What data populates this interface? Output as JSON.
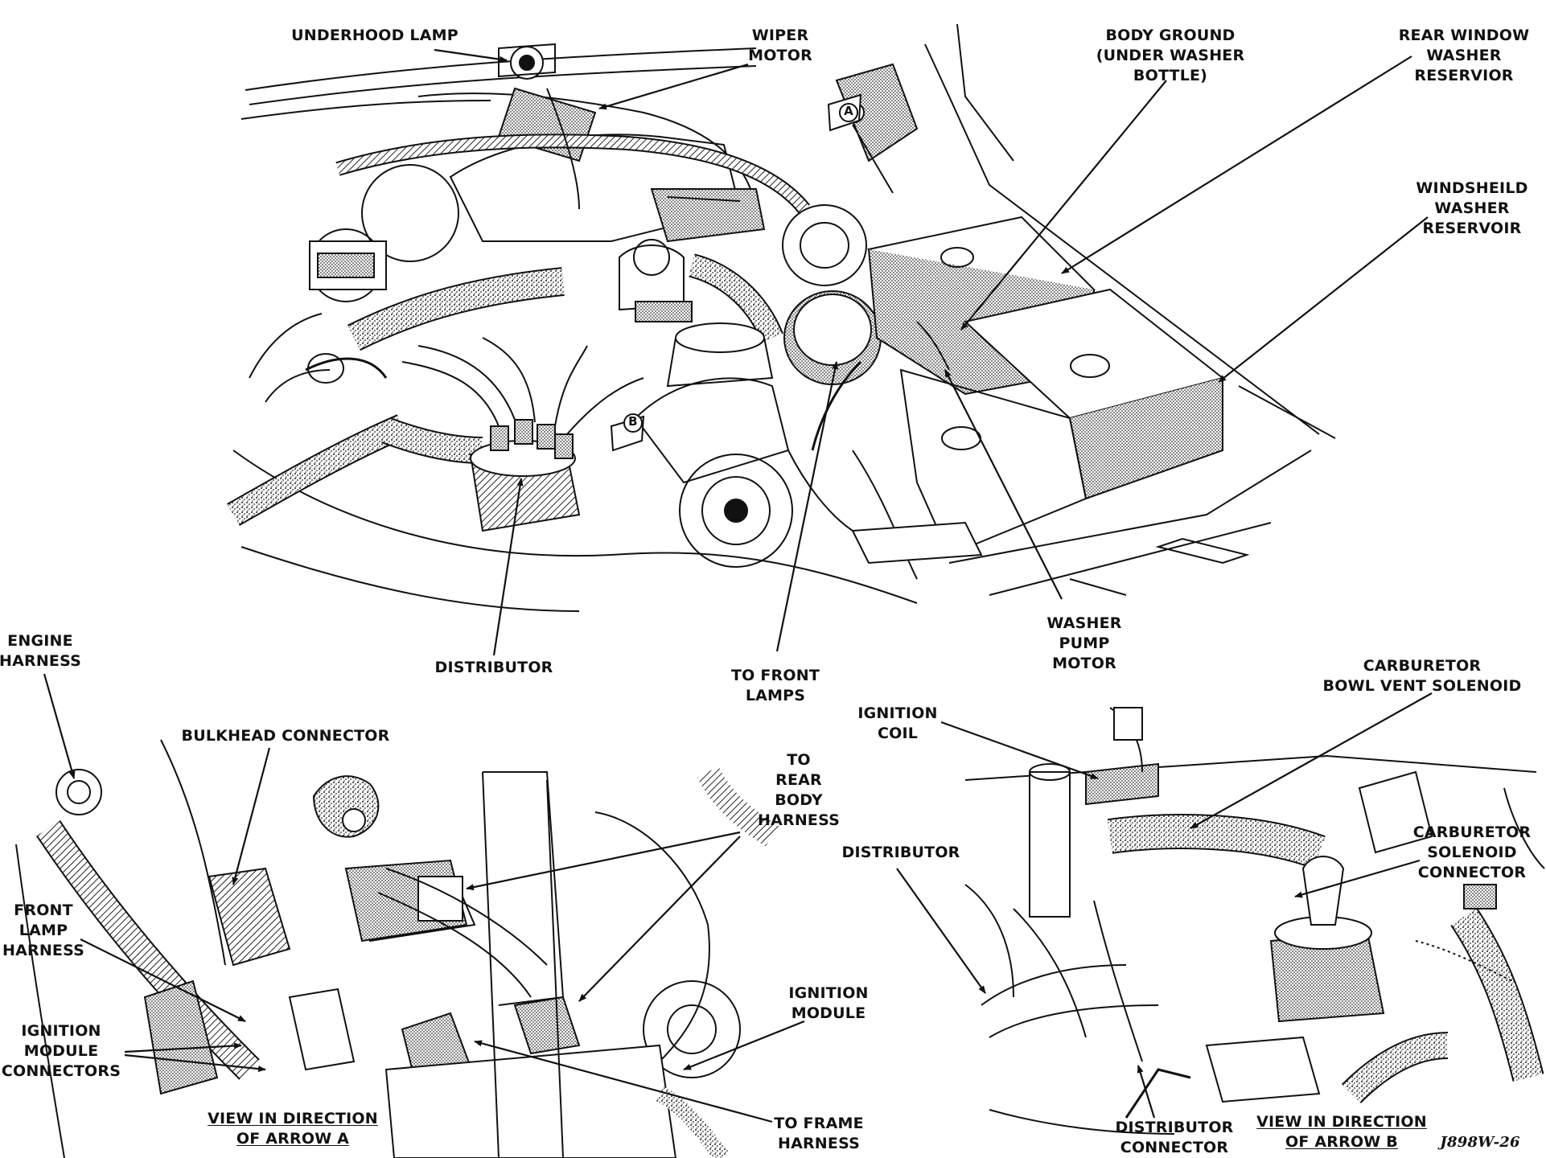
{
  "labels": {
    "underhood_lamp": "UNDERHOOD LAMP",
    "wiper_motor": "WIPER\nMOTOR",
    "body_ground": "BODY GROUND\n(UNDER WASHER\nBOTTLE)",
    "rear_window_washer_reservior": "REAR WINDOW\nWASHER\nRESERVIOR",
    "windsheild_washer_reservoir": "WINDSHEILD\nWASHER\nRESERVOIR",
    "washer_pump_motor": "WASHER\nPUMP\nMOTOR",
    "distributor_top": "DISTRIBUTOR",
    "to_front_lamps": "TO FRONT\nLAMPS",
    "engine_harness": "ENGINE\nHARNESS",
    "bulkhead_connector": "BULKHEAD CONNECTOR",
    "to_rear_body_harness": "TO\nREAR\nBODY\nHARNESS",
    "front_lamp_harness": "FRONT\nLAMP\nHARNESS",
    "ignition_module_connectors": "IGNITION\nMODULE\nCONNECTORS",
    "ignition_module": "IGNITION\nMODULE",
    "view_arrow_a": "VIEW IN DIRECTION\nOF ARROW A",
    "to_frame_harness": "TO FRAME\nHARNESS",
    "ignition_coil": "IGNITION\nCOIL",
    "carburetor_bowl_vent_solenoid": "CARBURETOR\nBOWL VENT SOLENOID",
    "distributor_right": "DISTRIBUTOR",
    "carburetor_solenoid_connector": "CARBURETOR\nSOLENOID\nCONNECTOR",
    "distributor_connector": "DISTRIBUTOR\nCONNECTOR",
    "view_arrow_b": "VIEW IN DIRECTION\nOF ARROW B",
    "figure_code": "J898W-26",
    "arrow_a_marker": "A",
    "arrow_b_marker": "B"
  }
}
